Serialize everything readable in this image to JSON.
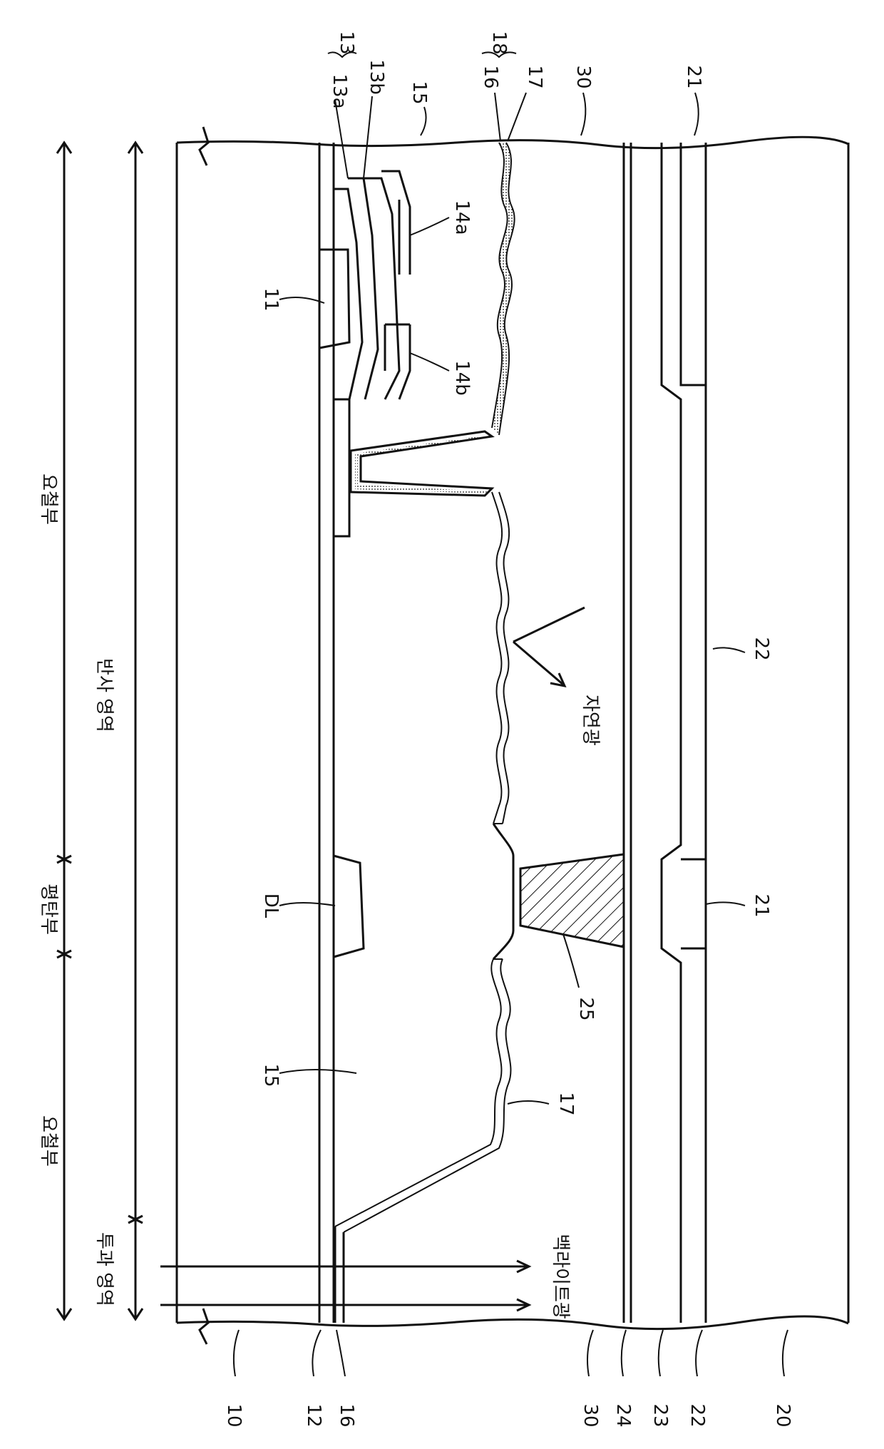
{
  "figure": {
    "regions": {
      "concave_top": "요철부",
      "reflective": "반사 영역",
      "flat": "평탄부",
      "concave_bottom": "요철부",
      "transmissive": "투과 영역"
    },
    "light": {
      "ambient": "자연광",
      "backlight": "백라이트광"
    },
    "labels": {
      "r10": "10",
      "r11": "11",
      "r12": "12",
      "r13": "13",
      "r13a": "13a",
      "r13b": "13b",
      "r14a": "14a",
      "r14b": "14b",
      "r15_top": "15",
      "r15_mid": "15",
      "r16_top": "16",
      "r16_bottom": "16",
      "r17_top": "17",
      "r17_mid": "17",
      "r18": "18",
      "r20": "20",
      "r21_top": "21",
      "r21_mid": "21",
      "r22_mid": "22",
      "r22_bottom": "22",
      "r23": "23",
      "r24": "24",
      "r25": "25",
      "r30_top": "30",
      "r30_bottom": "30",
      "dl": "DL"
    }
  }
}
